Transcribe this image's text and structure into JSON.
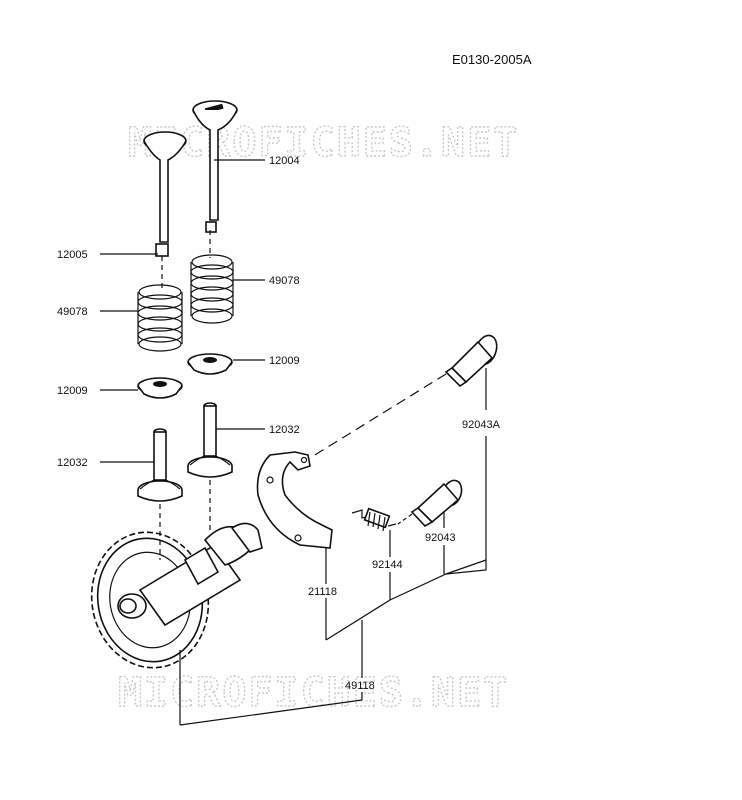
{
  "diagram_code": "E0130-2005A",
  "watermark": "MICROFICHES.NET",
  "part_labels": {
    "p12004": "12004",
    "p12005": "12005",
    "p49078_left": "49078",
    "p49078_right": "49078",
    "p12009_left": "12009",
    "p12009_right": "12009",
    "p12032_left": "12032",
    "p12032_right": "12032",
    "p92043A": "92043A",
    "p92043": "92043",
    "p92144": "92144",
    "p21118": "21118",
    "p49118": "49118"
  }
}
